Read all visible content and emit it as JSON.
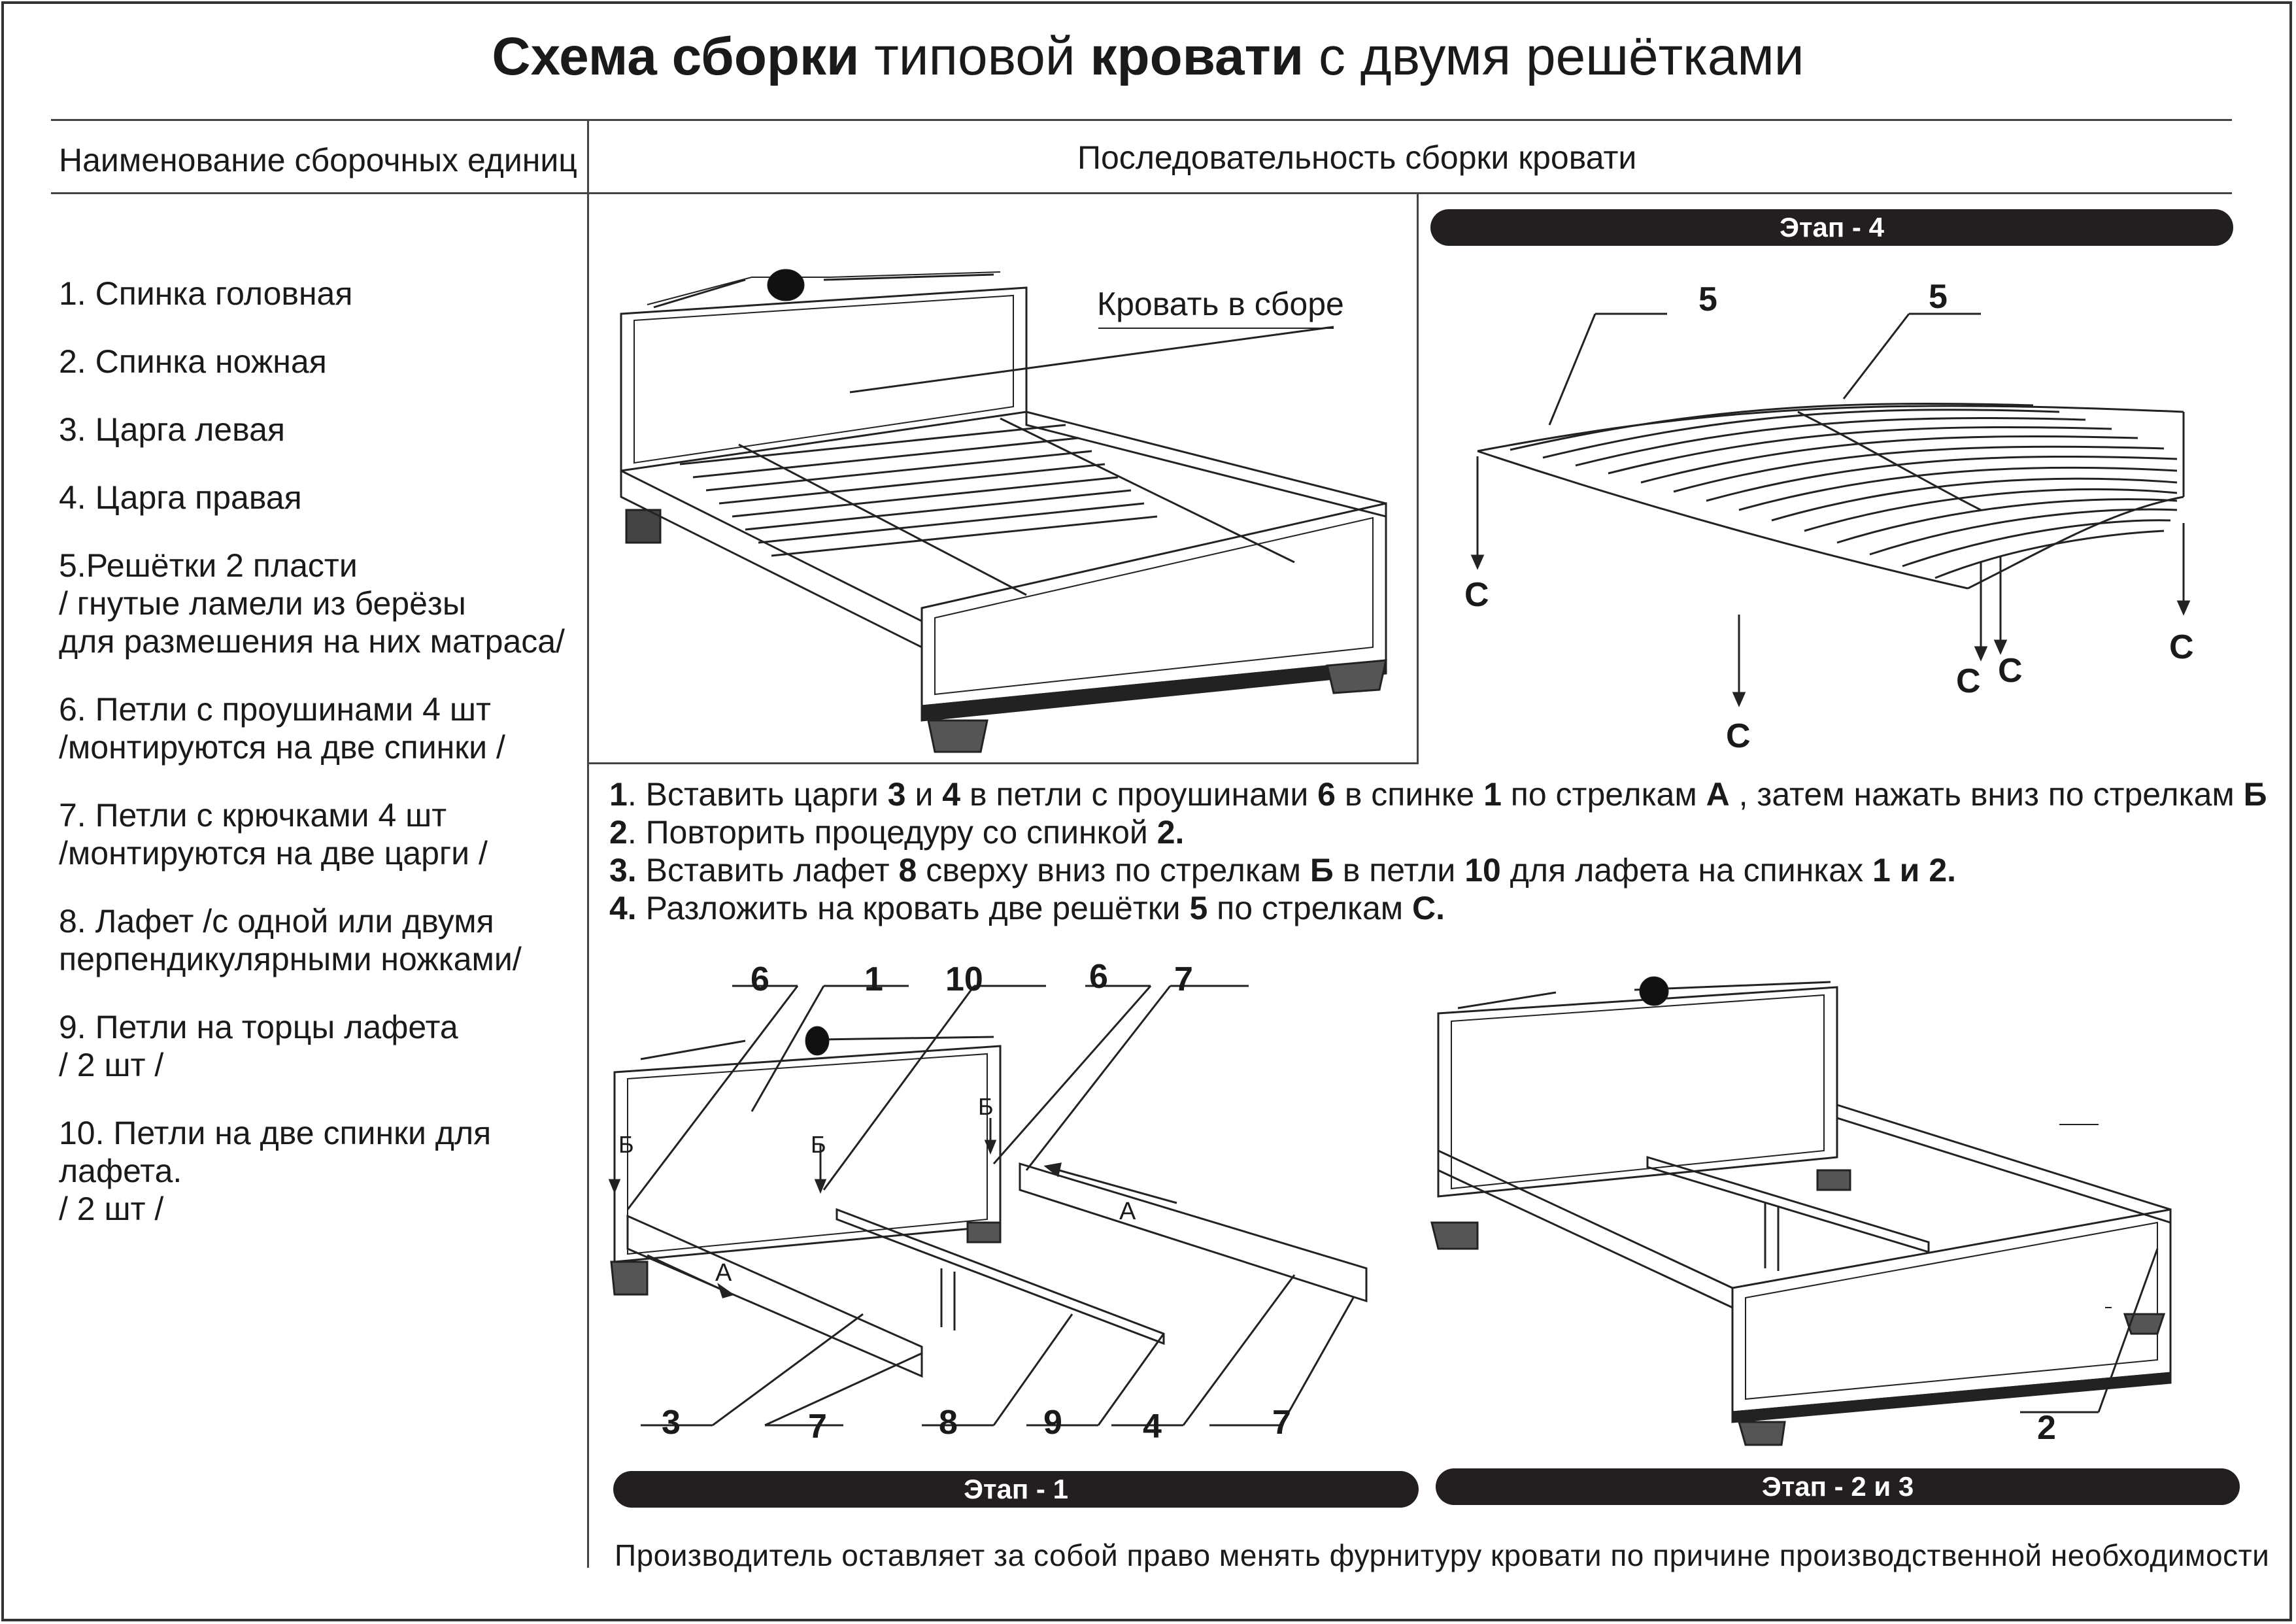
{
  "title": {
    "part1_bold": "Схема сборки",
    "part2": " типовой ",
    "part3_bold": "кровати",
    "part4": " с двумя решётками"
  },
  "headers": {
    "left": "Наименование  сборочных единиц",
    "right": "Последовательность сборки кровати"
  },
  "components": [
    "1.   Спинка головная",
    "2. Спинка ножная",
    "3. Царга левая",
    "4. Царга правая",
    "5.Решётки  2 пласти\n/ гнутые ламели из берёзы\nдля размешения на них матраса/",
    "6. Петли с проушинами 4 шт\n/монтируются на две спинки /",
    "7. Петли с крючками 4 шт\n/монтируются на две царги /",
    "8. Лафет /с одной или двумя\nперпендикулярными ножками/",
    "9. Петли на торцы лафета\n/ 2 шт /",
    "10. Петли на две спинки для лафета.\n/ 2 шт /"
  ],
  "stages": {
    "stage4": "Этап -  4",
    "stage1": "Этап -  1",
    "stage23": "Этап -  2 и 3"
  },
  "assembled_label": "Кровать в сборе",
  "instructions": [
    {
      "n": "1",
      "parts": [
        "1",
        ". Вставить царги ",
        "3",
        " и ",
        "4",
        " в петли с проушинами ",
        "6",
        " в спинке ",
        "1",
        " по стрелкам ",
        "А",
        " , затем нажать вниз по стрелкам ",
        "Б"
      ]
    },
    {
      "n": "2",
      "parts": [
        "2",
        ". Повторить процедуру со спинкой ",
        "2."
      ]
    },
    {
      "n": "3",
      "parts": [
        "3.",
        " Вставить лафет ",
        "8",
        " сверху вниз по стрелкам ",
        "Б",
        " в петли ",
        "10",
        " для лафета на спинках ",
        "1 и 2."
      ]
    },
    {
      "n": "4",
      "parts": [
        "4.",
        " Разложить на кровать две решётки ",
        "5",
        "  по стрелкам ",
        "С."
      ]
    }
  ],
  "stage4_labels": {
    "num5a": "5",
    "num5b": "5",
    "c": "С"
  },
  "stage1_labels": {
    "top": [
      "6",
      "1",
      "10",
      "6",
      "7"
    ],
    "bottom": [
      "3",
      "7",
      "8",
      "9",
      "4",
      "7"
    ],
    "arrowA": "А",
    "arrowB": "Б"
  },
  "stage23_labels": {
    "num2": "2"
  },
  "footer": "Производитель  оставляет  за  собой  право  менять  фурнитуру  кровати  по  причине производственной необходимости"
}
